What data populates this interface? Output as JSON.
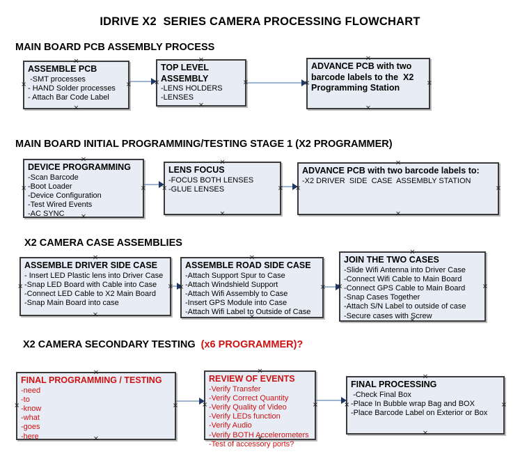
{
  "title": "IDRIVE X2  SERIES CAMERA PROCESSING FLOWCHART",
  "colors": {
    "box_fill": "#e8edf5",
    "box_border": "#3a3a3a",
    "arrow_line": "#9db4d2",
    "arrow_head": "#1f3864",
    "alert_red": "#cc1111",
    "text_black": "#000000"
  },
  "sections": [
    {
      "heading": "MAIN BOARD PCB ASSEMBLY PROCESS",
      "boxes": [
        {
          "title": "ASSEMBLE PCB",
          "items": [
            " -SMT processes",
            "- HAND Solder processes",
            "- Attach Bar Code Label"
          ]
        },
        {
          "title": "TOP LEVEL ASSEMBLY",
          "items": [
            "-LENS HOLDERS",
            "-LENSES"
          ]
        },
        {
          "title": "ADVANCE PCB with two barcode labels to the  X2 Programming Station",
          "items": []
        }
      ]
    },
    {
      "heading": "MAIN BOARD INITIAL PROGRAMMING/TESTING STAGE 1 (X2 PROGRAMMER)",
      "boxes": [
        {
          "title": "DEVICE PROGRAMMING",
          "items": [
            "-Scan Barcode",
            "-Boot Loader",
            "-Device Configuration",
            "-Test Wired Events",
            "-AC SYNC"
          ]
        },
        {
          "title": "LENS FOCUS",
          "items": [
            "-FOCUS BOTH LENSES",
            "-GLUE LENSES"
          ]
        },
        {
          "title": "ADVANCE PCB with two barcode labels to:",
          "items": [
            "-X2 DRIVER  SIDE  CASE  ASSEMBLY STATION"
          ]
        }
      ]
    },
    {
      "heading": "X2 CAMERA CASE ASSEMBLIES",
      "boxes": [
        {
          "title": "ASSEMBLE DRIVER SIDE CASE",
          "items": [
            "- Insert LED Plastic lens into Driver Case",
            "-Snap LED Board with Cable into Case",
            "-Connect LED Cable to X2 Main Board",
            "-Snap Main Board into case"
          ]
        },
        {
          "title": "ASSEMBLE ROAD SIDE CASE",
          "items": [
            "-Attach Support Spur to Case",
            "-Attach Windshield Support",
            "-Attach Wifi Assembly to Case",
            "-Insert GPS Module into Case",
            "-Attach Wifi Label to Outside of Case"
          ]
        },
        {
          "title": "JOIN THE TWO CASES",
          "items": [
            "-Slide Wifi Antenna into Driver Case",
            "-Connect Wifi Cable to Main Board",
            "-Connect GPS Cable to Main Board",
            "-Snap Cases Together",
            "-Attach S/N Label to outside of case",
            "-Secure cases with Screw"
          ]
        }
      ]
    },
    {
      "heading": "X2 CAMERA SECONDARY TESTING ",
      "heading_suffix": " (x6 PROGRAMMER)?",
      "boxes": [
        {
          "title": "FINAL PROGRAMMING / TESTING",
          "items": [
            "-need",
            "-to",
            "-know",
            "-what",
            "-goes",
            "-here"
          ]
        },
        {
          "title": "REVIEW OF EVENTS",
          "items": [
            "-Verify Transfer",
            "-Verify Correct Quantity",
            "-Verify Quality of Video",
            "-Verify LEDs function",
            "-Verify Audio",
            "-Verify BOTH Accelerometers",
            "-Test of accessory ports?"
          ]
        },
        {
          "title": "FINAL PROCESSING",
          "items": [
            " -Check Final Box",
            "-Place In Bubble wrap Bag and BOX",
            "-Place Barcode Label on Exterior or Box"
          ]
        }
      ]
    }
  ]
}
